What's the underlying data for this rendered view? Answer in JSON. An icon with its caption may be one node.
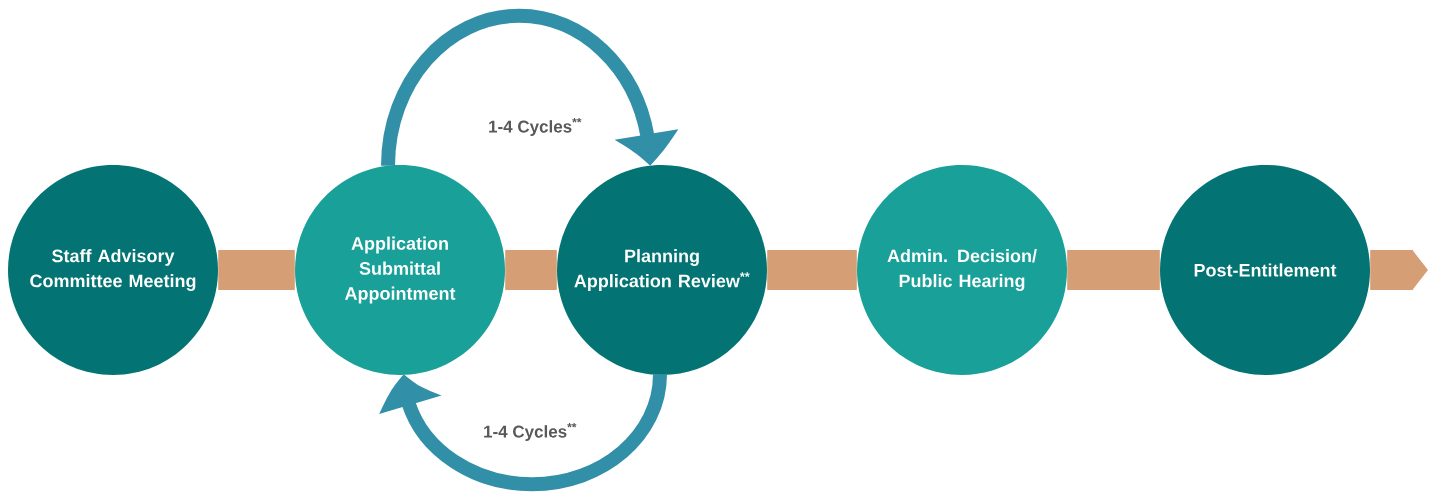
{
  "diagram": {
    "nodes": [
      {
        "text": [
          "Staff Advisory Committee Meeting"
        ]
      },
      {
        "text": [
          "Application Submittal Appointment"
        ]
      },
      {
        "text": [
          "Planning Application Review$^{**}$"
        ]
      },
      {
        "text": [
          "Admin. Decision/ Public Hearing"
        ]
      },
      {
        "text": [
          "Post-Entitlement"
        ]
      }
    ],
    "edges": [
      {
        "from": 0,
        "to": 1,
        "arrow": "none"
      },
      {
        "from": 1,
        "to": 2,
        "arrow": "none"
      },
      {
        "from": 2,
        "to": 3,
        "arrow": "none"
      },
      {
        "from": 3,
        "to": 4,
        "arrow": "none"
      },
      {
        "from": 4,
        "to": null,
        "arrow": "to"
      },
      {
        "from": 1,
        "to": 2,
        "arrow": "to",
        "label": "1-4 Cycles$^{**}$",
        "color": "#3190a8"
      },
      {
        "from": 2,
        "to": 1,
        "arrow": "to",
        "label": "1-4 Cycles$^{**}$",
        "color": "#3190a8"
      }
    ]
  }
}
